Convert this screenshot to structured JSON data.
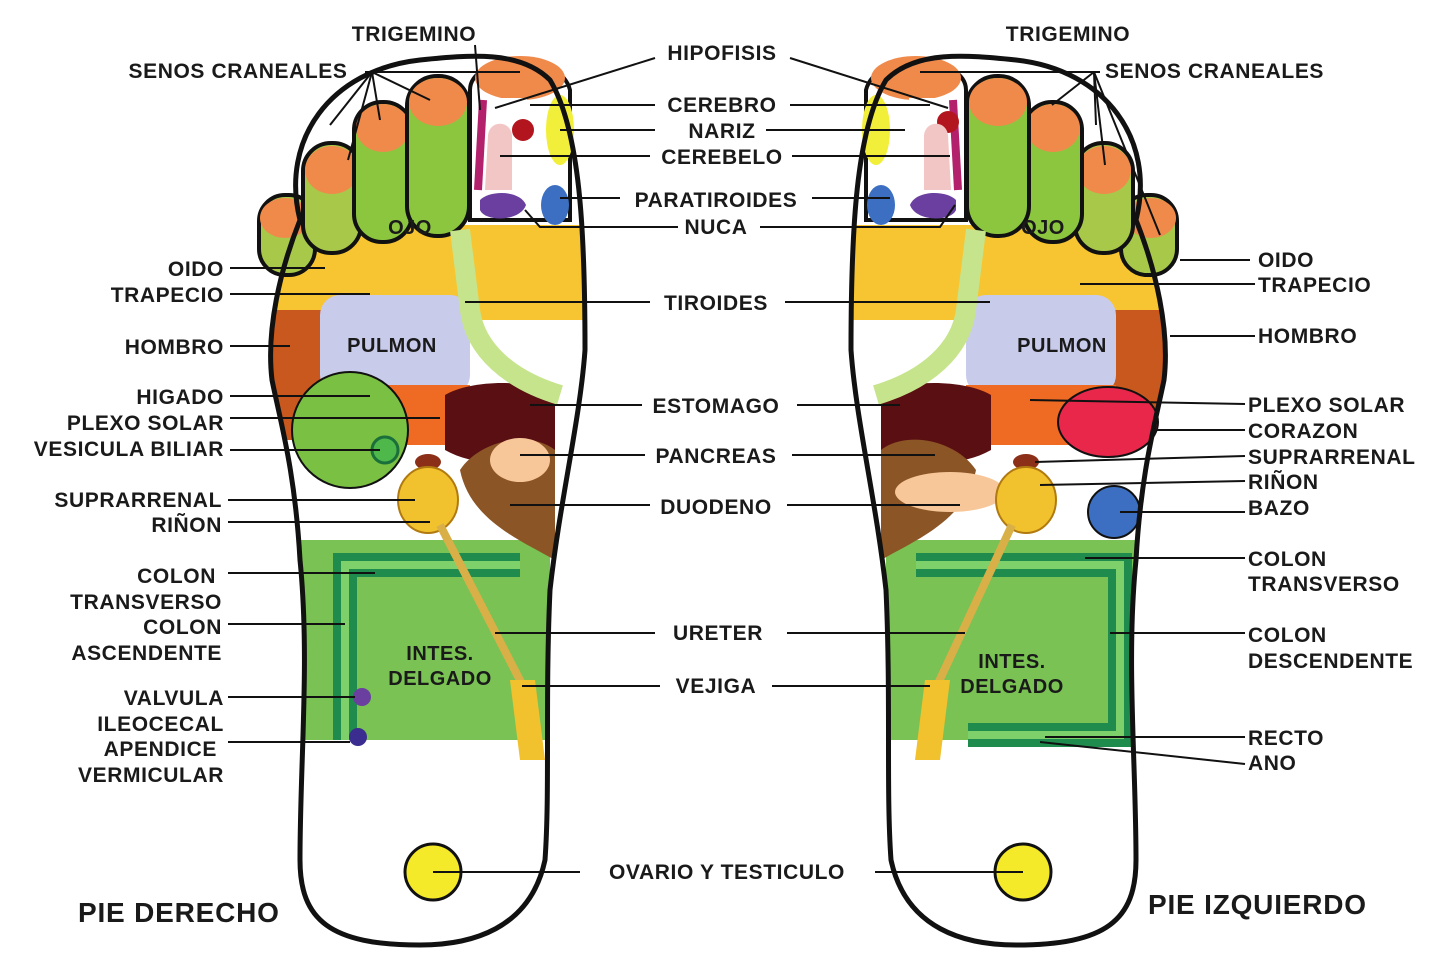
{
  "titles": {
    "right_foot": "PIE DERECHO",
    "left_foot": "PIE IZQUIERDO"
  },
  "center_labels": {
    "hipofisis": "HIPOFISIS",
    "cerebro": "CEREBRO",
    "nariz": "NARIZ",
    "cerebelo": "CEREBELO",
    "paratiroides": "PARATIROIDES",
    "nuca": "NUCA",
    "tiroides": "TIROIDES",
    "estomago": "ESTOMAGO",
    "pancreas": "PANCREAS",
    "duodeno": "DUODENO",
    "ureter": "URETER",
    "vejiga": "VEJIGA",
    "ovario": "OVARIO Y TESTICULO"
  },
  "right_foot_labels": {
    "trigemino": "TRIGEMINO",
    "senos": "SENOS CRANEALES",
    "oido": "OIDO",
    "trapecio": "TRAPECIO",
    "hombro": "HOMBRO",
    "higado": "HIGADO",
    "plexo": "PLEXO SOLAR",
    "vesicula": "VESICULA BILIAR",
    "suprarrenal": "SUPRARRENAL",
    "rinon": "RIÑON",
    "colon_transverso_1": "COLON",
    "colon_transverso_2": "TRANSVERSO",
    "colon_ascendente_1": "COLON",
    "colon_ascendente_2": "ASCENDENTE",
    "valvula_1": "VALVULA",
    "valvula_2": "ILEOCECAL",
    "apendice_1": "APENDICE",
    "apendice_2": "VERMICULAR"
  },
  "left_foot_labels": {
    "trigemino": "TRIGEMINO",
    "senos": "SENOS CRANEALES",
    "oido": "OIDO",
    "trapecio": "TRAPECIO",
    "hombro": "HOMBRO",
    "plexo": "PLEXO SOLAR",
    "corazon": "CORAZON",
    "suprarrenal": "SUPRARRENAL",
    "rinon": "RIÑON",
    "bazo": "BAZO",
    "colon_transverso_1": "COLON",
    "colon_transverso_2": "TRANSVERSO",
    "colon_descendente_1": "COLON",
    "colon_descendente_2": "DESCENDENTE",
    "recto": "RECTO",
    "ano": "ANO"
  },
  "inner_labels": {
    "ojo": "OJO",
    "pulmon": "PULMON",
    "intestino_1": "INTES.",
    "intestino_2": "DELGADO"
  },
  "colors": {
    "toe_orange": "#f08a4b",
    "toe_green": "#8cc63f",
    "trapecio_yellow": "#f7c531",
    "hombro_brown": "#c8581e",
    "pulmon_lavender": "#c9cbeb",
    "higado_green": "#79c043",
    "plexo_orange": "#ef6a22",
    "estomago_maroon": "#5a0f12",
    "pancreas_peach": "#f7c79a",
    "duodeno_brown": "#8b5526",
    "kidney_yellow": "#f2c12e",
    "colon_dark_green": "#1f8c4e",
    "intestine_green": "#79c253",
    "tiroides_light_green": "#c6e48b",
    "corazon_red": "#e8274b",
    "bazo_blue": "#3c6fc2",
    "ovario_yellow": "#f4ea2a",
    "cerebro_red": "#b3151e",
    "hipofisis_magenta": "#b3206b",
    "cerebelo_pink": "#f3c6c6",
    "nuca_purple": "#6a3fa0",
    "nariz_yellow": "#f2ef3a"
  }
}
